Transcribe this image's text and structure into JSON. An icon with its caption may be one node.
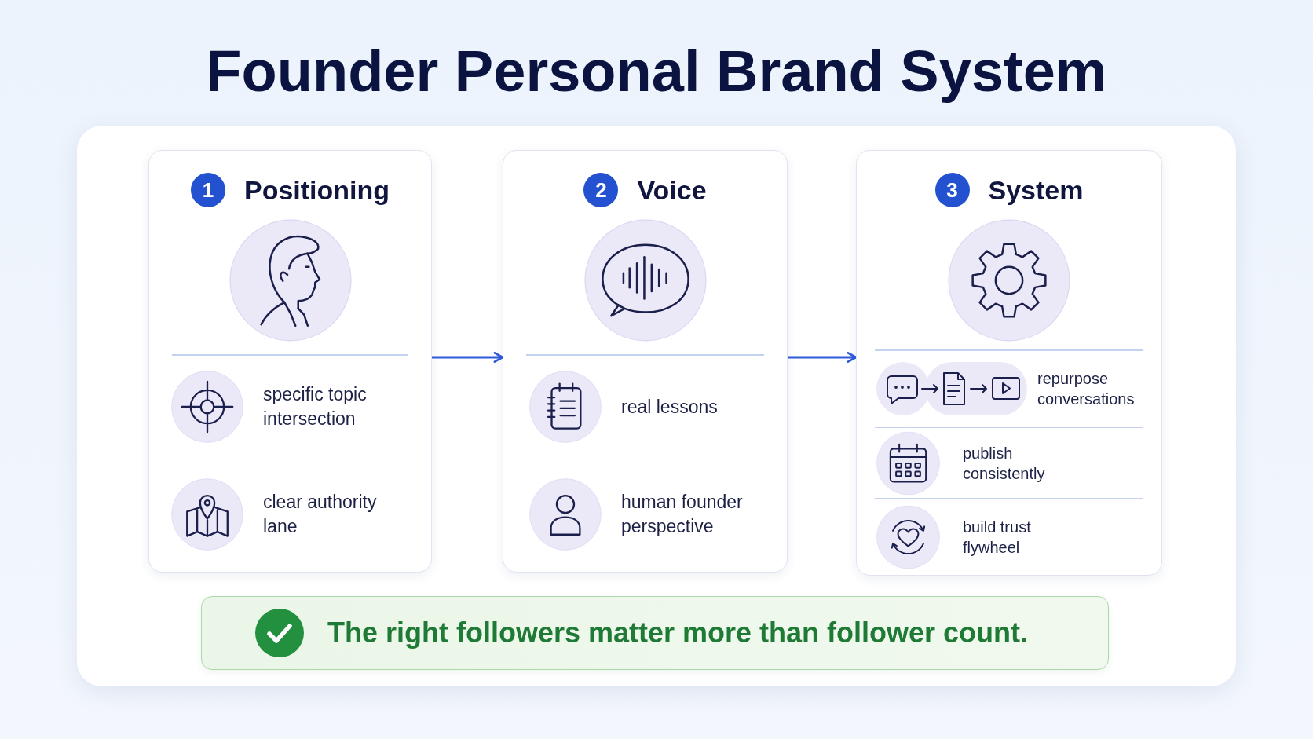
{
  "diagram": {
    "title": "Founder Personal Brand System",
    "nodes": [
      {
        "text": [
          "Positioning",
          "specific topic intersection",
          "clear authority lane"
        ]
      },
      {
        "text": [
          "1"
        ],
        "in": 0
      },
      {
        "text": [
          "Voice",
          "real lessons",
          "human founder perspective"
        ]
      },
      {
        "text": [
          "2"
        ],
        "in": 2
      },
      {
        "text": [
          "System",
          "repurpose conversations",
          "publish consistently",
          "build trust flywheel"
        ]
      },
      {
        "text": [
          "3"
        ],
        "in": 4
      },
      {
        "text": [
          "The right followers matter more than follower count."
        ]
      }
    ],
    "edges": [
      {
        "from": 0,
        "to": 2,
        "arrow": "to"
      },
      {
        "from": 2,
        "to": 4,
        "arrow": "to"
      }
    ]
  }
}
